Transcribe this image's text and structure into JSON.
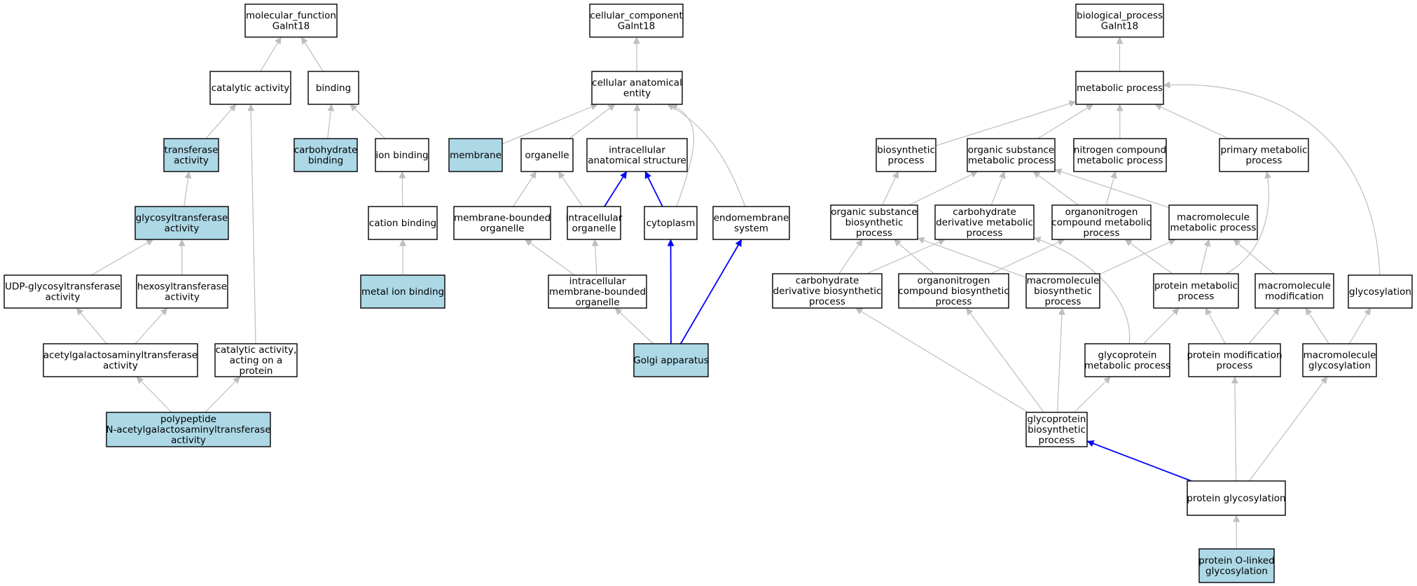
{
  "colors": {
    "highlight_fill": "#add8e6",
    "plain_fill": "#ffffff",
    "border": "#000000",
    "gray_edge": "#bebebe",
    "blue_edge": "#0000ff"
  },
  "nodes": [
    {
      "id": "mf",
      "lines": [
        "molecular_function",
        "Galnt18"
      ],
      "highlight": false
    },
    {
      "id": "catalytic",
      "lines": [
        "catalytic activity"
      ],
      "highlight": false
    },
    {
      "id": "binding",
      "lines": [
        "binding"
      ],
      "highlight": false
    },
    {
      "id": "transferase",
      "lines": [
        "transferase",
        "activity"
      ],
      "highlight": true
    },
    {
      "id": "carbbinding",
      "lines": [
        "carbohydrate",
        "binding"
      ],
      "highlight": true
    },
    {
      "id": "ionbinding",
      "lines": [
        "ion binding"
      ],
      "highlight": false
    },
    {
      "id": "glycosyltr",
      "lines": [
        "glycosyltransferase",
        "activity"
      ],
      "highlight": true
    },
    {
      "id": "cationbinding",
      "lines": [
        "cation binding"
      ],
      "highlight": false
    },
    {
      "id": "udp",
      "lines": [
        "UDP-glycosyltransferase",
        "activity"
      ],
      "highlight": false
    },
    {
      "id": "hexosyl",
      "lines": [
        "hexosyltransferase",
        "activity"
      ],
      "highlight": false
    },
    {
      "id": "metalion",
      "lines": [
        "metal ion binding"
      ],
      "highlight": true
    },
    {
      "id": "acetylgal",
      "lines": [
        "acetylgalactosaminyltransferase",
        "activity"
      ],
      "highlight": false
    },
    {
      "id": "catprot",
      "lines": [
        "catalytic activity,",
        "acting on a",
        "protein"
      ],
      "highlight": false
    },
    {
      "id": "polypep",
      "lines": [
        "polypeptide",
        "N-acetylgalactosaminyltransferase",
        "activity"
      ],
      "highlight": true
    },
    {
      "id": "cc",
      "lines": [
        "cellular_component",
        "Galnt18"
      ],
      "highlight": false
    },
    {
      "id": "cae",
      "lines": [
        "cellular anatomical",
        "entity"
      ],
      "highlight": false
    },
    {
      "id": "membrane",
      "lines": [
        "membrane"
      ],
      "highlight": true
    },
    {
      "id": "organelle",
      "lines": [
        "organelle"
      ],
      "highlight": false
    },
    {
      "id": "ias",
      "lines": [
        "intracellular",
        "anatomical structure"
      ],
      "highlight": false
    },
    {
      "id": "membbound",
      "lines": [
        "membrane-bounded",
        "organelle"
      ],
      "highlight": false
    },
    {
      "id": "intraorg",
      "lines": [
        "intracellular",
        "organelle"
      ],
      "highlight": false
    },
    {
      "id": "cytoplasm",
      "lines": [
        "cytoplasm"
      ],
      "highlight": false
    },
    {
      "id": "endomem",
      "lines": [
        "endomembrane",
        "system"
      ],
      "highlight": false
    },
    {
      "id": "imbo",
      "lines": [
        "intracellular",
        "membrane-bounded",
        "organelle"
      ],
      "highlight": false
    },
    {
      "id": "golgi",
      "lines": [
        "Golgi apparatus"
      ],
      "highlight": true
    },
    {
      "id": "bp",
      "lines": [
        "biological_process",
        "Galnt18"
      ],
      "highlight": false
    },
    {
      "id": "metproc",
      "lines": [
        "metabolic process"
      ],
      "highlight": false
    },
    {
      "id": "biosynth",
      "lines": [
        "biosynthetic",
        "process"
      ],
      "highlight": false
    },
    {
      "id": "osmp",
      "lines": [
        "organic substance",
        "metabolic process"
      ],
      "highlight": false
    },
    {
      "id": "ncmp",
      "lines": [
        "nitrogen compound",
        "metabolic process"
      ],
      "highlight": false
    },
    {
      "id": "pmp",
      "lines": [
        "primary metabolic",
        "process"
      ],
      "highlight": false
    },
    {
      "id": "osbp",
      "lines": [
        "organic substance",
        "biosynthetic",
        "process"
      ],
      "highlight": false
    },
    {
      "id": "cdmp",
      "lines": [
        "carbohydrate",
        "derivative metabolic",
        "process"
      ],
      "highlight": false
    },
    {
      "id": "ocmp",
      "lines": [
        "organonitrogen",
        "compound metabolic",
        "process"
      ],
      "highlight": false
    },
    {
      "id": "mmp",
      "lines": [
        "macromolecule",
        "metabolic process"
      ],
      "highlight": false
    },
    {
      "id": "cdbp",
      "lines": [
        "carbohydrate",
        "derivative biosynthetic",
        "process"
      ],
      "highlight": false
    },
    {
      "id": "ocbp",
      "lines": [
        "organonitrogen",
        "compound biosynthetic",
        "process"
      ],
      "highlight": false
    },
    {
      "id": "mbp",
      "lines": [
        "macromolecule",
        "biosynthetic",
        "process"
      ],
      "highlight": false
    },
    {
      "id": "protmp",
      "lines": [
        "protein metabolic",
        "process"
      ],
      "highlight": false
    },
    {
      "id": "macromod",
      "lines": [
        "macromolecule",
        "modification"
      ],
      "highlight": false
    },
    {
      "id": "glycosylation",
      "lines": [
        "glycosylation"
      ],
      "highlight": false
    },
    {
      "id": "gpmp",
      "lines": [
        "glycoprotein",
        "metabolic process"
      ],
      "highlight": false
    },
    {
      "id": "protmod",
      "lines": [
        "protein modification",
        "process"
      ],
      "highlight": false
    },
    {
      "id": "macroglyc",
      "lines": [
        "macromolecule",
        "glycosylation"
      ],
      "highlight": false
    },
    {
      "id": "gpbp",
      "lines": [
        "glycoprotein",
        "biosynthetic",
        "process"
      ],
      "highlight": false
    },
    {
      "id": "protglyc",
      "lines": [
        "protein glycosylation"
      ],
      "highlight": false
    },
    {
      "id": "protoglyc",
      "lines": [
        "protein O-linked",
        "glycosylation"
      ],
      "highlight": true
    }
  ],
  "edges": [
    {
      "from": "catalytic",
      "to": "mf",
      "color": "gray"
    },
    {
      "from": "binding",
      "to": "mf",
      "color": "gray"
    },
    {
      "from": "transferase",
      "to": "catalytic",
      "color": "gray"
    },
    {
      "from": "catprot",
      "to": "catalytic",
      "color": "gray"
    },
    {
      "from": "carbbinding",
      "to": "binding",
      "color": "gray"
    },
    {
      "from": "ionbinding",
      "to": "binding",
      "color": "gray"
    },
    {
      "from": "glycosyltr",
      "to": "transferase",
      "color": "gray"
    },
    {
      "from": "cationbinding",
      "to": "ionbinding",
      "color": "gray"
    },
    {
      "from": "udp",
      "to": "glycosyltr",
      "color": "gray"
    },
    {
      "from": "hexosyl",
      "to": "glycosyltr",
      "color": "gray"
    },
    {
      "from": "metalion",
      "to": "cationbinding",
      "color": "gray"
    },
    {
      "from": "acetylgal",
      "to": "udp",
      "color": "gray"
    },
    {
      "from": "acetylgal",
      "to": "hexosyl",
      "color": "gray"
    },
    {
      "from": "polypep",
      "to": "acetylgal",
      "color": "gray"
    },
    {
      "from": "polypep",
      "to": "catprot",
      "color": "gray"
    },
    {
      "from": "cae",
      "to": "cc",
      "color": "gray"
    },
    {
      "from": "membrane",
      "to": "cae",
      "color": "gray"
    },
    {
      "from": "organelle",
      "to": "cae",
      "color": "gray"
    },
    {
      "from": "ias",
      "to": "cae",
      "color": "gray"
    },
    {
      "from": "cytoplasm",
      "to": "cae",
      "color": "gray"
    },
    {
      "from": "endomem",
      "to": "cae",
      "color": "gray"
    },
    {
      "from": "membbound",
      "to": "organelle",
      "color": "gray"
    },
    {
      "from": "intraorg",
      "to": "organelle",
      "color": "gray"
    },
    {
      "from": "intraorg",
      "to": "ias",
      "color": "blue"
    },
    {
      "from": "cytoplasm",
      "to": "ias",
      "color": "blue"
    },
    {
      "from": "imbo",
      "to": "membbound",
      "color": "gray"
    },
    {
      "from": "imbo",
      "to": "intraorg",
      "color": "gray"
    },
    {
      "from": "golgi",
      "to": "imbo",
      "color": "gray"
    },
    {
      "from": "golgi",
      "to": "cytoplasm",
      "color": "blue"
    },
    {
      "from": "golgi",
      "to": "endomem",
      "color": "blue"
    },
    {
      "from": "metproc",
      "to": "bp",
      "color": "gray"
    },
    {
      "from": "biosynth",
      "to": "metproc",
      "color": "gray"
    },
    {
      "from": "osmp",
      "to": "metproc",
      "color": "gray"
    },
    {
      "from": "ncmp",
      "to": "metproc",
      "color": "gray"
    },
    {
      "from": "pmp",
      "to": "metproc",
      "color": "gray"
    },
    {
      "from": "glycosylation",
      "to": "metproc",
      "color": "gray"
    },
    {
      "from": "osbp",
      "to": "biosynth",
      "color": "gray"
    },
    {
      "from": "osbp",
      "to": "osmp",
      "color": "gray"
    },
    {
      "from": "cdmp",
      "to": "osmp",
      "color": "gray"
    },
    {
      "from": "ocmp",
      "to": "osmp",
      "color": "gray"
    },
    {
      "from": "ocmp",
      "to": "ncmp",
      "color": "gray"
    },
    {
      "from": "mmp",
      "to": "osmp",
      "color": "gray"
    },
    {
      "from": "protmp",
      "to": "pmp",
      "color": "gray"
    },
    {
      "from": "cdbp",
      "to": "osbp",
      "color": "gray"
    },
    {
      "from": "cdbp",
      "to": "cdmp",
      "color": "gray"
    },
    {
      "from": "ocbp",
      "to": "osbp",
      "color": "gray"
    },
    {
      "from": "ocbp",
      "to": "ocmp",
      "color": "gray"
    },
    {
      "from": "mbp",
      "to": "osbp",
      "color": "gray"
    },
    {
      "from": "mbp",
      "to": "mmp",
      "color": "gray"
    },
    {
      "from": "gpmp",
      "to": "cdmp",
      "color": "gray"
    },
    {
      "from": "protmp",
      "to": "ocmp",
      "color": "gray"
    },
    {
      "from": "protmp",
      "to": "mmp",
      "color": "gray"
    },
    {
      "from": "macromod",
      "to": "mmp",
      "color": "gray"
    },
    {
      "from": "gpmp",
      "to": "protmp",
      "color": "gray"
    },
    {
      "from": "protmod",
      "to": "protmp",
      "color": "gray"
    },
    {
      "from": "protmod",
      "to": "macromod",
      "color": "gray"
    },
    {
      "from": "macroglyc",
      "to": "macromod",
      "color": "gray"
    },
    {
      "from": "macroglyc",
      "to": "glycosylation",
      "color": "gray"
    },
    {
      "from": "gpbp",
      "to": "cdbp",
      "color": "gray"
    },
    {
      "from": "gpbp",
      "to": "ocbp",
      "color": "gray"
    },
    {
      "from": "gpbp",
      "to": "mbp",
      "color": "gray"
    },
    {
      "from": "gpbp",
      "to": "gpmp",
      "color": "gray"
    },
    {
      "from": "protglyc",
      "to": "gpbp",
      "color": "blue"
    },
    {
      "from": "protglyc",
      "to": "protmod",
      "color": "gray"
    },
    {
      "from": "protglyc",
      "to": "macroglyc",
      "color": "gray"
    },
    {
      "from": "protoglyc",
      "to": "protglyc",
      "color": "gray"
    }
  ]
}
